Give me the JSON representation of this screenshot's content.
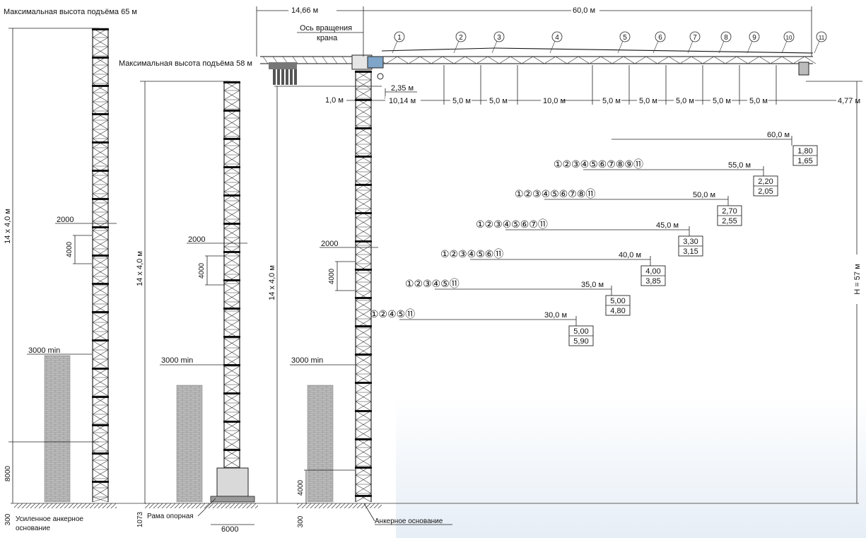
{
  "titles": {
    "max65": "Максимальная высота подъёма 65 м",
    "max58": "Максимальная высота подъёма 58 м"
  },
  "top": {
    "counter": "14,66 м",
    "jib": "60,0 м",
    "axis_line1": "Ось вращения",
    "axis_line2": "крана",
    "sec235": "2,35 м",
    "sec10": "1,0 м",
    "sec1014": "10,14 м",
    "sec477": "4,77 м",
    "s5": "5,0 м",
    "s10": "10,0 м"
  },
  "sections": [
    "1",
    "2",
    "3",
    "4",
    "5",
    "6",
    "7",
    "8",
    "9",
    "10",
    "11"
  ],
  "heights": {
    "tower": "14 х 4,0 м",
    "H": "H = 57 м"
  },
  "dims": {
    "d2000": "2000",
    "d4000": "4000",
    "d3000": "3000 min",
    "d8000": "8000",
    "d300": "300",
    "d1073": "1073",
    "d6000": "6000"
  },
  "labels": {
    "reinforced": "Усиленное анкерное",
    "reinforced2": "основание",
    "frame": "Рама опорная",
    "anchor": "Анкерное основание"
  },
  "load_table": [
    {
      "radius": "60,0 м",
      "combo": "",
      "upper": "1,80",
      "lower": "1,65"
    },
    {
      "radius": "55,0 м",
      "combo": "①②③④⑤⑥⑦⑧⑨⑪",
      "upper": "2,20",
      "lower": "2,05"
    },
    {
      "radius": "50,0 м",
      "combo": "①②③④⑤⑥⑦⑧⑪",
      "upper": "2,70",
      "lower": "2,55"
    },
    {
      "radius": "45,0 м",
      "combo": "①②③④⑤⑥⑦⑪",
      "upper": "3,30",
      "lower": "3,15"
    },
    {
      "radius": "40,0 м",
      "combo": "①②③④⑤⑥⑪",
      "upper": "4,00",
      "lower": "3,85"
    },
    {
      "radius": "35,0 м",
      "combo": "①②③④⑤⑪",
      "upper": "5,00",
      "lower": "4,80"
    },
    {
      "radius": "30,0 м",
      "combo": "①②④⑤⑪",
      "upper": "5,00",
      "lower": "5,90"
    }
  ]
}
